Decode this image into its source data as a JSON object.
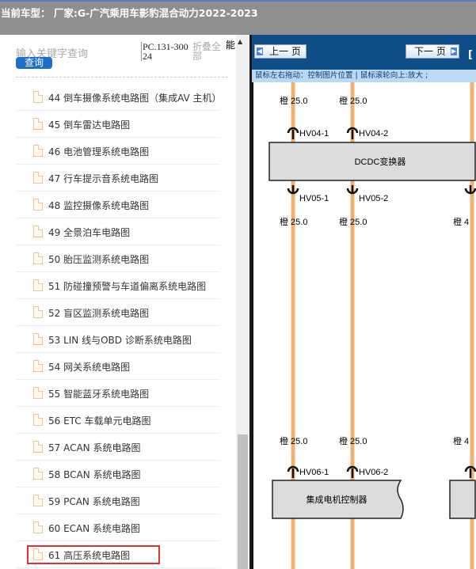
{
  "title": "当前车型： 厂家:G-广汽乘用车影豹混合动力2022-2023",
  "sidebar": {
    "search_placeholder": "输入关键字查询",
    "search_button": "查询",
    "code": "PC.131-30024",
    "collapse_all": "折叠全部",
    "truncated_label": "能",
    "items": [
      {
        "label": "44 倒车摄像系统电路图（集成AV 主机）"
      },
      {
        "label": "45 倒车雷达电路图"
      },
      {
        "label": "46 电池管理系统电路图"
      },
      {
        "label": "47 行车提示音系统电路图"
      },
      {
        "label": "48 监控摄像系统电路图"
      },
      {
        "label": "49 全景泊车电路图"
      },
      {
        "label": "50 胎压监测系统电路图"
      },
      {
        "label": "51 防碰撞预警与车道偏离系统电路图"
      },
      {
        "label": "52 盲区监测系统电路图"
      },
      {
        "label": "53 LIN 线与OBD 诊断系统电路图"
      },
      {
        "label": "54 网关系统电路图"
      },
      {
        "label": "55 智能蓝牙系统电路图"
      },
      {
        "label": "56 ETC 车载单元电路图"
      },
      {
        "label": "57 ACAN 系统电路图"
      },
      {
        "label": "58 BCAN 系统电路图"
      },
      {
        "label": "59 PCAN 系统电路图"
      },
      {
        "label": "60 ECAN 系统电路图"
      },
      {
        "label": "61 高压系统电路图"
      }
    ],
    "selected_index": 17
  },
  "viewer": {
    "prev": "上一 页",
    "next": "下一 页",
    "bracket": "[",
    "hint": "鼠标左右拖动：控制图片位置 | 鼠标滚轮向上:放大  ;"
  },
  "diagram": {
    "wire_label": "橙 25.0",
    "wire_label_partial": "橙 4",
    "wire_color": "#f0b070",
    "conn": [
      "HV04-1",
      "HV04-2",
      "HV05-1",
      "HV05-2",
      "HV06-1",
      "HV06-2"
    ],
    "dcdc": "DCDC变换器",
    "motor_ctrl": "集成电机控制器"
  }
}
